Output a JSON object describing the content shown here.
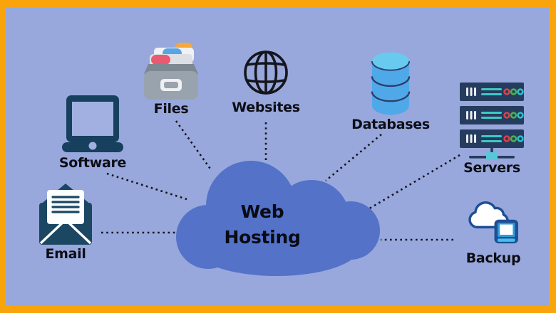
{
  "diagram": {
    "center": {
      "line1": "Web",
      "line2": "Hosting"
    },
    "nodes": [
      {
        "id": "software",
        "label": "Software",
        "icon": "laptop-icon"
      },
      {
        "id": "files",
        "label": "Files",
        "icon": "card-file-box-icon"
      },
      {
        "id": "websites",
        "label": "Websites",
        "icon": "globe-icon"
      },
      {
        "id": "databases",
        "label": "Databases",
        "icon": "database-cylinder-icon"
      },
      {
        "id": "servers",
        "label": "Servers",
        "icon": "server-rack-icon"
      },
      {
        "id": "email",
        "label": "Email",
        "icon": "open-envelope-icon"
      },
      {
        "id": "backup",
        "label": "Backup",
        "icon": "cloud-backup-icon"
      }
    ],
    "connections": [
      {
        "from": "software",
        "to": "center",
        "style": "dotted"
      },
      {
        "from": "files",
        "to": "center",
        "style": "dotted"
      },
      {
        "from": "websites",
        "to": "center",
        "style": "dotted"
      },
      {
        "from": "databases",
        "to": "center",
        "style": "dotted"
      },
      {
        "from": "servers",
        "to": "center",
        "style": "dotted"
      },
      {
        "from": "email",
        "to": "center",
        "style": "dotted"
      },
      {
        "from": "backup",
        "to": "center",
        "style": "dotted"
      }
    ],
    "colors": {
      "frame_border": "#F9A40B",
      "background": "#98A8DC",
      "center_cloud": "#5372C8",
      "label_text": "#0D0D15",
      "dark_icon_navy": "#16405E",
      "envelope_navy": "#1B4763",
      "server_navy": "#263C5E",
      "teal_accent": "#3FC8C5",
      "database_blue": "#4FA9E9",
      "database_top_blue": "#67CAEE",
      "backup_outline_blue": "#1E4E93",
      "backup_cyan": "#44BFE9",
      "files_gray": "#99A3AD",
      "tab_orange": "#F6A83C",
      "tab_blue": "#57A4E6",
      "tab_red": "#E75A72",
      "dotted_line": "#14141C"
    }
  }
}
